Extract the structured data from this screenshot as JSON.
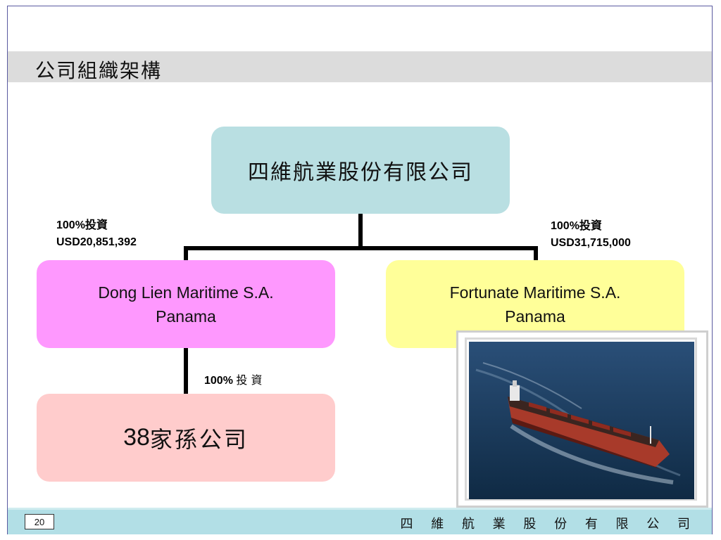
{
  "slide": {
    "title": "公司組織架構",
    "page_number": "20",
    "footer_company": "四 維 航 業 股 份 有 限 公 司"
  },
  "org_chart": {
    "parent": {
      "label": "四維航業股份有限公司"
    },
    "left_sub": {
      "line1": "Dong Lien Maritime S.A.",
      "line2": "Panama",
      "investment_percent": "100%投資",
      "investment_amount": "USD20,851,392"
    },
    "right_sub": {
      "line1": "Fortunate Maritime S.A.",
      "line2": "Panama",
      "investment_percent": "100%投資",
      "investment_amount": "USD31,715,000"
    },
    "grand_child": {
      "count": "38",
      "label": "家孫公司",
      "investment_percent": "100%",
      "investment_word": "投 資"
    }
  },
  "colors": {
    "parent_fill": "#b9dfe2",
    "left_fill": "#fe98fe",
    "right_fill": "#ffff99",
    "grand_fill": "#ffcccc",
    "footer_fill": "#b2dfe6",
    "title_band": "#dcdcdc"
  },
  "photo": {
    "icon": "cargo-ship-photo"
  }
}
